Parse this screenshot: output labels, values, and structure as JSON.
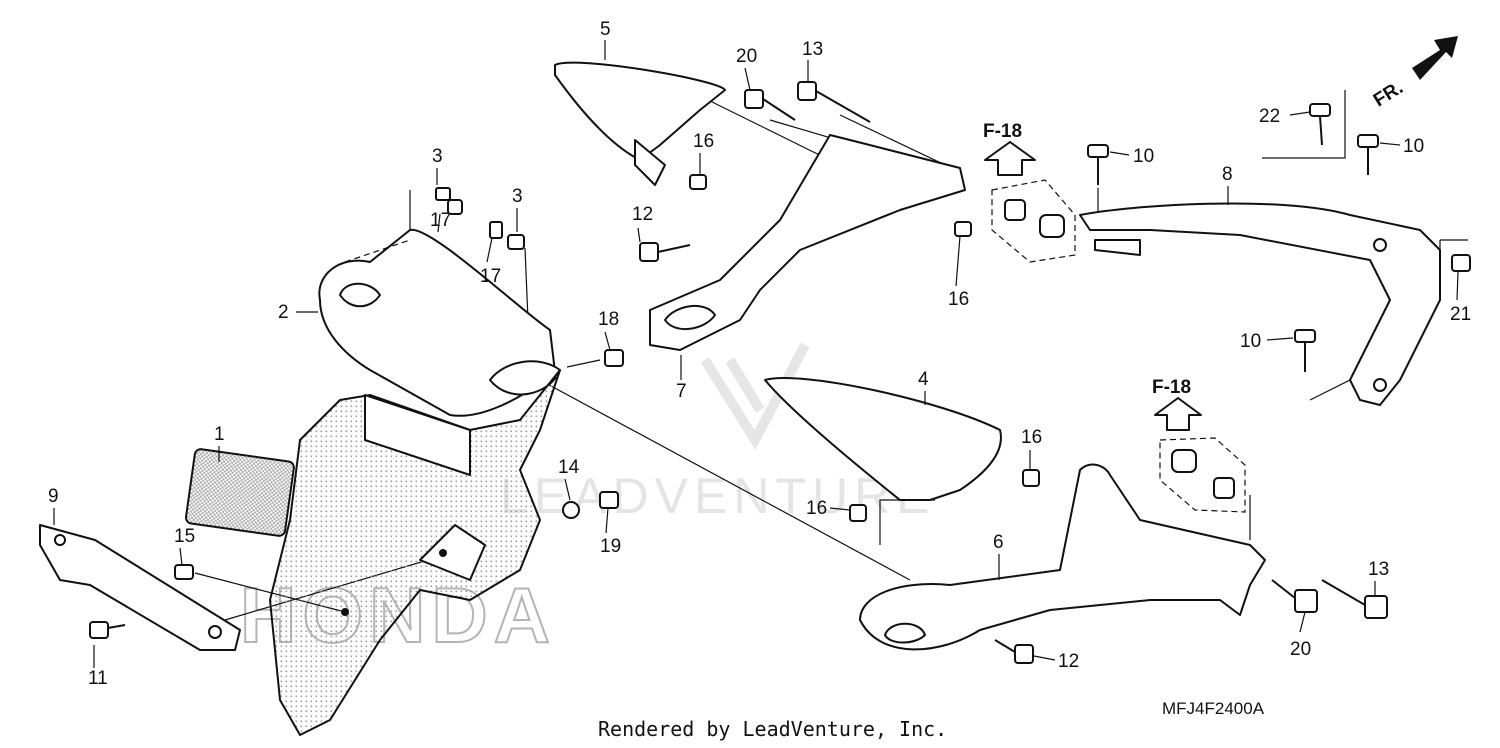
{
  "diagram": {
    "callouts": [
      "1",
      "2",
      "3",
      "3",
      "4",
      "5",
      "6",
      "7",
      "8",
      "9",
      "10",
      "10",
      "10",
      "11",
      "12",
      "12",
      "13",
      "13",
      "14",
      "15",
      "16",
      "16",
      "16",
      "16",
      "17",
      "17",
      "18",
      "19",
      "20",
      "20",
      "21",
      "22"
    ],
    "reference_labels": [
      "F-18",
      "F-18"
    ],
    "direction_label": "FR.",
    "diagram_code": "MFJ4F2400A",
    "credit": "Rendered by LeadVenture, Inc.",
    "watermark": "LEADVENTURE",
    "brand_watermark": "HONDA"
  }
}
